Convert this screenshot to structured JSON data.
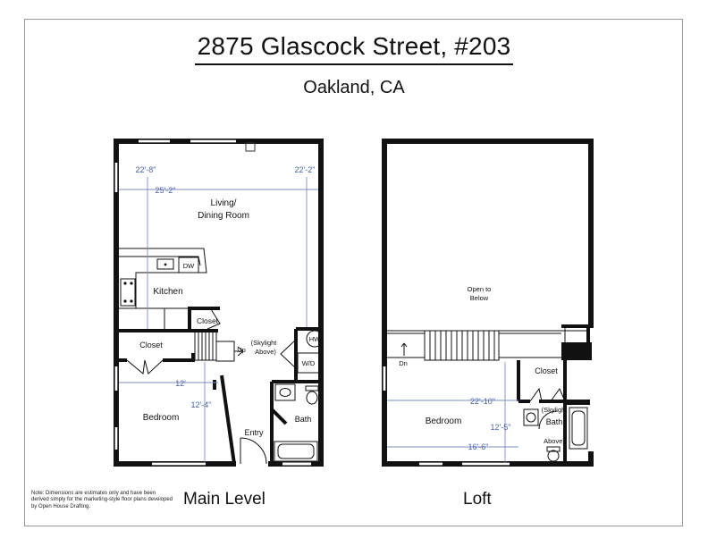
{
  "header": {
    "title": "2875 Glascock Street, #203",
    "subtitle": "Oakland, CA"
  },
  "main_level": {
    "name": "Main Level",
    "rooms": {
      "living": [
        "Living/",
        "Dining Room"
      ],
      "kitchen": "Kitchen",
      "dishwasher": "DW",
      "closet_small": "Closet",
      "closet": "Closet",
      "stair_up": "Up",
      "skylight": [
        "(Skylight",
        "Above)"
      ],
      "water_heater": "HW",
      "washer_dryer": "W/D",
      "bedroom": "Bedroom",
      "entry": "Entry",
      "bath": "Bath"
    },
    "dimensions": {
      "left_width": "22'-8\"",
      "right_width": "22'-2\"",
      "living_depth": "25'-2\"",
      "bedroom_width": "12'",
      "bedroom_depth": "12'-4\""
    }
  },
  "loft": {
    "name": "Loft",
    "rooms": {
      "open": [
        "Open to",
        "Below"
      ],
      "stair_down": "Dn",
      "closet": "Closet",
      "bedroom": "Bedroom",
      "bath": [
        "Bath",
        "(Skylight",
        "Above)"
      ]
    },
    "dimensions": {
      "width": "22'-10\"",
      "bedroom_depth": "12'-5\"",
      "bedroom_width": "16'-6\""
    }
  },
  "note": "Note: Dimensions are estimates only and have been derived simply for the marketing-style floor plans developed by Open House Drafting."
}
